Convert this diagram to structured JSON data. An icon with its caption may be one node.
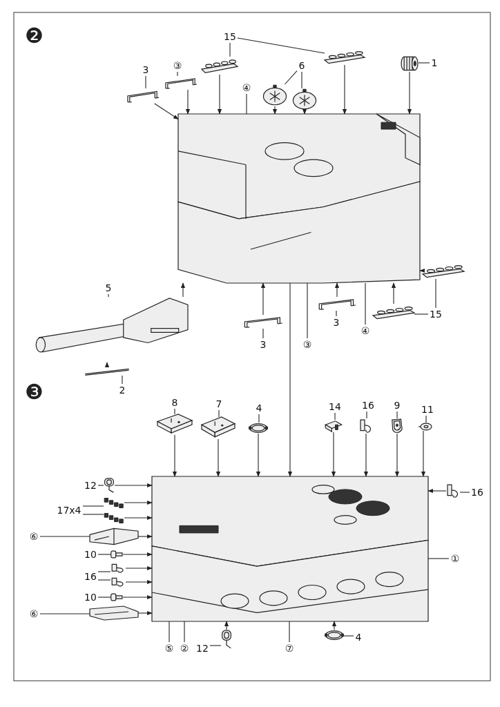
{
  "diagram": {
    "nodes": [
      {
        "text": [],
        "shape": "picture"
      },
      {
        "text": [
          "1"
        ]
      },
      {
        "text": [],
        "shape": "picture"
      },
      {
        "text": [
          "15"
        ]
      },
      {
        "text": [],
        "shape": "picture"
      },
      {
        "text": [],
        "shape": "picture"
      },
      {
        "text": [
          "3"
        ]
      },
      {
        "text": [],
        "shape": "picture"
      },
      {
        "text": [
          "③"
        ]
      },
      {
        "text": [],
        "shape": "picture"
      },
      {
        "text": [
          "④"
        ]
      },
      {
        "text": [
          "6"
        ]
      },
      {
        "text": [],
        "shape": "picture"
      },
      {
        "text": [],
        "shape": "picture"
      },
      {
        "text": [
          "5"
        ]
      },
      {
        "text": [],
        "shape": "picture"
      },
      {
        "text": [
          "2"
        ]
      },
      {
        "text": [],
        "shape": "picture"
      },
      {
        "text": [
          "3"
        ]
      },
      {
        "text": [],
        "shape": "picture"
      },
      {
        "text": [
          "3"
        ]
      },
      {
        "text": [],
        "shape": "picture"
      },
      {
        "text": [
          "③"
        ]
      },
      {
        "text": [
          "④"
        ]
      },
      {
        "text": [
          "15"
        ]
      },
      {
        "text": [],
        "shape": "picture"
      },
      {
        "text": [],
        "shape": "picture"
      },
      {
        "text": [],
        "shape": "picture"
      },
      {
        "text": [
          "8"
        ]
      },
      {
        "text": [],
        "shape": "picture"
      },
      {
        "text": [
          "7"
        ]
      },
      {
        "text": [],
        "shape": "picture"
      },
      {
        "text": [
          "4"
        ]
      },
      {
        "text": [],
        "shape": "picture"
      },
      {
        "text": [
          "14"
        ]
      },
      {
        "text": [],
        "shape": "picture"
      },
      {
        "text": [
          "16"
        ]
      },
      {
        "text": [],
        "shape": "picture"
      },
      {
        "text": [
          "9"
        ]
      },
      {
        "text": [],
        "shape": "picture"
      },
      {
        "text": [
          "11"
        ]
      },
      {
        "text": [],
        "shape": "picture"
      },
      {
        "text": [
          "16"
        ]
      },
      {
        "text": [],
        "shape": "picture"
      },
      {
        "text": [
          "①"
        ]
      },
      {
        "text": [
          "12"
        ]
      },
      {
        "text": [],
        "shape": "picture"
      },
      {
        "text": [
          "17x4"
        ]
      },
      {
        "text": [],
        "shape": "picture"
      },
      {
        "text": [],
        "shape": "picture"
      },
      {
        "text": [
          "⑥"
        ]
      },
      {
        "text": [],
        "shape": "picture"
      },
      {
        "text": [
          "10"
        ]
      },
      {
        "text": [],
        "shape": "picture"
      },
      {
        "text": [
          "16"
        ]
      },
      {
        "text": [],
        "shape": "picture"
      },
      {
        "text": [],
        "shape": "picture"
      },
      {
        "text": [
          "10"
        ]
      },
      {
        "text": [],
        "shape": "picture"
      },
      {
        "text": [
          "⑥"
        ]
      },
      {
        "text": [],
        "shape": "picture"
      },
      {
        "text": [
          "⑤"
        ]
      },
      {
        "text": [
          "②"
        ]
      },
      {
        "text": [
          "12"
        ]
      },
      {
        "text": [],
        "shape": "picture"
      },
      {
        "text": [
          "⑦"
        ]
      },
      {
        "text": [],
        "shape": "picture"
      },
      {
        "text": [
          "4"
        ]
      }
    ],
    "edges": [
      {
        "from": 1,
        "to": 2,
        "arrow": "none"
      },
      {
        "from": 2,
        "to": 0,
        "arrow": "to"
      },
      {
        "from": 3,
        "to": 4,
        "arrow": "none"
      },
      {
        "from": 3,
        "to": 5,
        "arrow": "none"
      },
      {
        "from": 4,
        "to": 0,
        "arrow": "to"
      },
      {
        "from": 5,
        "to": 0,
        "arrow": "to"
      },
      {
        "from": 6,
        "to": 7,
        "arrow": "none"
      },
      {
        "from": 7,
        "to": 0,
        "arrow": "to"
      },
      {
        "from": 8,
        "to": 9,
        "arrow": "none"
      },
      {
        "from": 9,
        "to": 0,
        "arrow": "to"
      },
      {
        "from": 10,
        "to": 0,
        "arrow": "none"
      },
      {
        "from": 11,
        "to": 12,
        "arrow": "none"
      },
      {
        "from": 11,
        "to": 13,
        "arrow": "none"
      },
      {
        "from": 12,
        "to": 0,
        "arrow": "to"
      },
      {
        "from": 13,
        "to": 0,
        "arrow": "to"
      },
      {
        "from": 14,
        "to": 15,
        "arrow": "none"
      },
      {
        "from": 15,
        "to": 0,
        "arrow": "to"
      },
      {
        "from": 16,
        "to": 17,
        "arrow": "none"
      },
      {
        "from": 17,
        "to": 15,
        "arrow": "to"
      },
      {
        "from": 18,
        "to": 19,
        "arrow": "none"
      },
      {
        "from": 19,
        "to": 0,
        "arrow": "to"
      },
      {
        "from": 20,
        "to": 21,
        "arrow": "none"
      },
      {
        "from": 21,
        "to": 0,
        "arrow": "to"
      },
      {
        "from": 22,
        "to": 0,
        "arrow": "none"
      },
      {
        "from": 23,
        "to": 0,
        "arrow": "none"
      },
      {
        "from": 24,
        "to": 25,
        "arrow": "none"
      },
      {
        "from": 24,
        "to": 26,
        "arrow": "none"
      },
      {
        "from": 25,
        "to": 0,
        "arrow": "to"
      },
      {
        "from": 26,
        "to": 0,
        "arrow": "to"
      },
      {
        "from": 0,
        "to": 27,
        "arrow": "to"
      },
      {
        "from": 28,
        "to": 29,
        "arrow": "none"
      },
      {
        "from": 29,
        "to": 27,
        "arrow": "to"
      },
      {
        "from": 30,
        "to": 31,
        "arrow": "none"
      },
      {
        "from": 31,
        "to": 27,
        "arrow": "to"
      },
      {
        "from": 32,
        "to": 33,
        "arrow": "none"
      },
      {
        "from": 33,
        "to": 27,
        "arrow": "to"
      },
      {
        "from": 34,
        "to": 35,
        "arrow": "none"
      },
      {
        "from": 35,
        "to": 27,
        "arrow": "to"
      },
      {
        "from": 36,
        "to": 37,
        "arrow": "none"
      },
      {
        "from": 37,
        "to": 27,
        "arrow": "to"
      },
      {
        "from": 38,
        "to": 39,
        "arrow": "none"
      },
      {
        "from": 39,
        "to": 27,
        "arrow": "to"
      },
      {
        "from": 40,
        "to": 41,
        "arrow": "none"
      },
      {
        "from": 41,
        "to": 27,
        "arrow": "to"
      },
      {
        "from": 42,
        "to": 43,
        "arrow": "none"
      },
      {
        "from": 43,
        "to": 27,
        "arrow": "to"
      },
      {
        "from": 44,
        "to": 27,
        "arrow": "none"
      },
      {
        "from": 45,
        "to": 46,
        "arrow": "none"
      },
      {
        "from": 46,
        "to": 27,
        "arrow": "to"
      },
      {
        "from": 47,
        "to": 48,
        "arrow": "none"
      },
      {
        "from": 47,
        "to": 49,
        "arrow": "none"
      },
      {
        "from": 48,
        "to": 27,
        "arrow": "to"
      },
      {
        "from": 49,
        "to": 27,
        "arrow": "to"
      },
      {
        "from": 50,
        "to": 51,
        "arrow": "none"
      },
      {
        "from": 51,
        "to": 27,
        "arrow": "to"
      },
      {
        "from": 52,
        "to": 53,
        "arrow": "none"
      },
      {
        "from": 53,
        "to": 27,
        "arrow": "to"
      },
      {
        "from": 54,
        "to": 55,
        "arrow": "none"
      },
      {
        "from": 54,
        "to": 56,
        "arrow": "none"
      },
      {
        "from": 55,
        "to": 27,
        "arrow": "to"
      },
      {
        "from": 56,
        "to": 27,
        "arrow": "to"
      },
      {
        "from": 57,
        "to": 58,
        "arrow": "none"
      },
      {
        "from": 58,
        "to": 27,
        "arrow": "to"
      },
      {
        "from": 59,
        "to": 60,
        "arrow": "none"
      },
      {
        "from": 60,
        "to": 27,
        "arrow": "to"
      },
      {
        "from": 61,
        "to": 27,
        "arrow": "none"
      },
      {
        "from": 62,
        "to": 27,
        "arrow": "none"
      },
      {
        "from": 63,
        "to": 64,
        "arrow": "none"
      },
      {
        "from": 64,
        "to": 27,
        "arrow": "to"
      },
      {
        "from": 65,
        "to": 27,
        "arrow": "none"
      },
      {
        "from": 67,
        "to": 66,
        "arrow": "none"
      },
      {
        "from": 66,
        "to": 27,
        "arrow": "to"
      }
    ],
    "labels": [
      "❷",
      "❸"
    ]
  }
}
